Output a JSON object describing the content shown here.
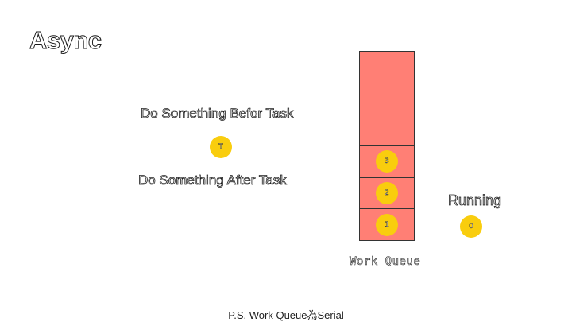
{
  "title": "Async",
  "labels": {
    "before": "Do Something Befor Task",
    "after": "Do Something After Task",
    "running": "Running",
    "queue": "Work Queue"
  },
  "task_marker": "T",
  "running_task": "0",
  "queue_slots": [
    "1",
    "2",
    "3",
    "",
    "",
    ""
  ],
  "note": "P.S. Work Queue為Serial",
  "colors": {
    "queue_fill": "#ff7f75",
    "task_circle": "#f9cd0e"
  }
}
